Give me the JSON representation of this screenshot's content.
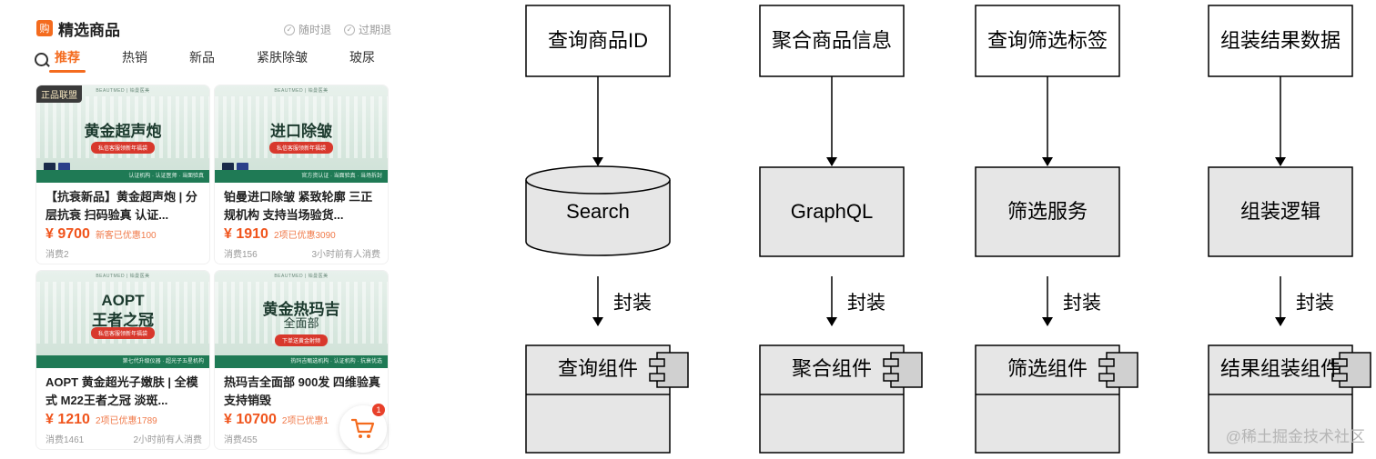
{
  "app": {
    "header": {
      "logo_char": "购",
      "title": "精选商品",
      "tags": [
        "随时退",
        "过期退"
      ]
    },
    "tabs": [
      "推荐",
      "热销",
      "新品",
      "紧肤除皱",
      "玻尿"
    ],
    "active_tab": "推荐",
    "products": [
      {
        "corner_tag": "正品联盟",
        "brand": "BEAUTMED | 铂曼医美",
        "banner_title": "黄金超声炮",
        "banner_sub": "",
        "banner_pill": "私信客服领新年福袋",
        "banner_foot": "认证机构 · 认证医师 · 当面验真",
        "name": "【抗衰新品】黄金超声炮 | 分层抗衰 扫码验真 认证...",
        "price": "¥ 9700",
        "discount": "新客已优惠100",
        "sales": "消费2",
        "recent": ""
      },
      {
        "corner_tag": "",
        "brand": "BEAUTMED | 铂曼医美",
        "banner_title": "进口除皱",
        "banner_sub": "",
        "banner_pill": "私信客服领新年福袋",
        "banner_foot": "官方资认证 · 当面验真 · 当场拆封",
        "name": "铂曼进口除皱 紧致轮廓 三正规机构 支持当场验货...",
        "price": "¥ 1910",
        "discount": "2项已优惠3090",
        "sales": "消费156",
        "recent": "3小时前有人消费"
      },
      {
        "corner_tag": "",
        "brand": "BEAUTMED | 铂曼医美",
        "banner_title": "AOPT\n王者之冠",
        "banner_sub": "",
        "banner_pill": "私信客服领新年福袋",
        "banner_foot": "第七代升级仪器 · 超光子五星机构",
        "name": "AOPT 黄金超光子嫩肤 | 全模式 M22王者之冠 淡斑...",
        "price": "¥ 1210",
        "discount": "2项已优惠1789",
        "sales": "消费1461",
        "recent": "2小时前有人消费"
      },
      {
        "corner_tag": "",
        "brand": "BEAUTMED | 铂曼医美",
        "banner_title": "黄金热玛吉",
        "banner_sub": "全面部",
        "banner_pill": "下单送黄金射频",
        "banner_foot": "热玛吉甄选机构 · 认证机构 · 抗衰优选",
        "name": "热玛吉全面部 900发 四维验真 支持销毁",
        "price": "¥ 10700",
        "discount": "2项已优惠1",
        "sales": "消费455",
        "recent": ""
      }
    ],
    "cart_badge": "1"
  },
  "diagram": {
    "columns": [
      {
        "top": "查询商品ID",
        "middle": "Search",
        "middle_shape": "cylinder",
        "arrow_label": "封装",
        "component": "查询组件"
      },
      {
        "top": "聚合商品信息",
        "middle": "GraphQL",
        "middle_shape": "box",
        "arrow_label": "封装",
        "component": "聚合组件"
      },
      {
        "top": "查询筛选标签",
        "middle": "筛选服务",
        "middle_shape": "box",
        "arrow_label": "封装",
        "component": "筛选组件"
      },
      {
        "top": "组装结果数据",
        "middle": "组装逻辑",
        "middle_shape": "box",
        "arrow_label": "封装",
        "component": "结果组装组件"
      }
    ],
    "colors": {
      "box_fill": "#e6e6e6",
      "line": "#000000"
    },
    "watermark": "@稀土掘金技术社区"
  }
}
